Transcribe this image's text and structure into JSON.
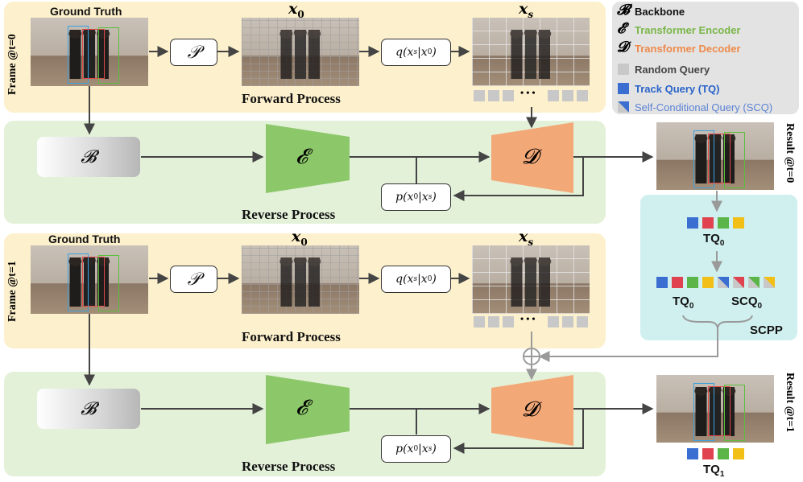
{
  "labels": {
    "ground_truth": "Ground Truth",
    "x0": "x",
    "x0_sub": "0",
    "xs": "x",
    "xs_sub": "s",
    "forward_process": "Forward Process",
    "reverse_process": "Reverse Process",
    "frame_t0": "Frame @t=0",
    "frame_t1": "Frame @t=1",
    "result_t0": "Result @t=0",
    "result_t1": "Result @t=1",
    "P_symbol": "𝒫",
    "q_formula": "q(x",
    "q_formula_mid": "s",
    "q_formula_end": "|x",
    "q_formula_sub2": "0",
    "p_formula": "p(x",
    "p_formula_sub1": "0",
    "p_formula_mid": "|x",
    "p_formula_sub2": "s",
    "B_symbol": "𝓑",
    "E_symbol": "𝓔",
    "D_symbol": "𝓓",
    "ellipsis": "• • •",
    "tq0": "TQ",
    "tq0_sub": "0",
    "scq0": "SCQ",
    "scq0_sub": "0",
    "tq1": "TQ",
    "tq1_sub": "1",
    "scpp": "SCPP",
    "oplus": "⊕"
  },
  "legend": [
    {
      "symbol": "𝓑",
      "text": "Backbone",
      "color": "#111111"
    },
    {
      "symbol": "𝓔",
      "text": "Transformer Encoder",
      "color": "#7ab648"
    },
    {
      "symbol": "𝓓",
      "text": "Transformer Decoder",
      "color": "#ee8a4a"
    },
    {
      "chip": "gray",
      "text": "Random Query",
      "color": "#444444"
    },
    {
      "chip": "blue",
      "text": "Track Query (TQ)",
      "color": "#2a63c9"
    },
    {
      "chip": "split",
      "text": "Self-Conditional Query (SCQ)",
      "color": "#5b82d4"
    }
  ],
  "colors": {
    "panel_yellow": "#fdf0cc",
    "panel_green": "#e4f1d9",
    "panel_cyan": "#d0f0ef",
    "encoder": "#8cc86a",
    "decoder": "#f3a878",
    "query_blue": "#3a6fd1",
    "query_red": "#e0424f",
    "query_green": "#5bb548",
    "query_yellow": "#f2bf17",
    "query_gray": "#c8c8c8"
  }
}
